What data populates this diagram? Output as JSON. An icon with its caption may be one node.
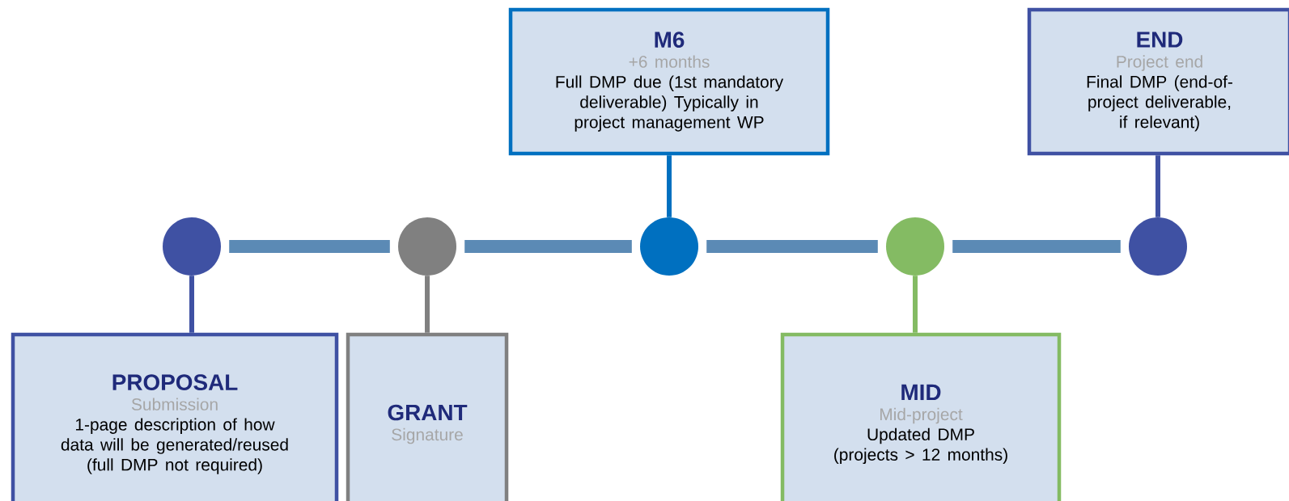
{
  "diagram": {
    "nodes": [
      {
        "text": [],
        "shape": "circle"
      },
      {
        "text": [],
        "shape": "circle"
      },
      {
        "text": [],
        "shape": "circle"
      },
      {
        "text": [],
        "shape": "circle"
      },
      {
        "text": [],
        "shape": "circle"
      },
      {
        "text": [
          "PROPOSAL",
          "Submission",
          "1-page description of how data will be generated/reused (full DMP not required)"
        ]
      },
      {
        "text": [
          "GRANT",
          "Signature"
        ]
      },
      {
        "text": [
          "M6",
          "+6 months",
          "Full DMP due (1st mandatory deliverable) Typically in project management WP"
        ]
      },
      {
        "text": [
          "MID",
          "Mid-project",
          "Updated DMP (projects > 12 months)"
        ]
      },
      {
        "text": [
          "END",
          "Project end",
          "Final DMP (end-of-project deliverable, if relevant)"
        ]
      }
    ],
    "edges": [
      {
        "from": 0,
        "to": 1,
        "arrow": "none",
        "style": "thick",
        "color": "#5b8ab5"
      },
      {
        "from": 1,
        "to": 2,
        "arrow": "none",
        "style": "thick",
        "color": "#5b8ab5"
      },
      {
        "from": 2,
        "to": 3,
        "arrow": "none",
        "style": "thick",
        "color": "#5b8ab5"
      },
      {
        "from": 3,
        "to": 4,
        "arrow": "none",
        "style": "thick",
        "color": "#5b8ab5"
      },
      {
        "from": 0,
        "to": 5,
        "arrow": "none",
        "color": "#3f51a3"
      },
      {
        "from": 1,
        "to": 6,
        "arrow": "none",
        "color": "#808080"
      },
      {
        "from": 2,
        "to": 7,
        "arrow": "none",
        "color": "#0070c0"
      },
      {
        "from": 3,
        "to": 8,
        "arrow": "none",
        "color": "#84bb63"
      },
      {
        "from": 4,
        "to": 9,
        "arrow": "none",
        "color": "#3f51a3"
      }
    ]
  }
}
